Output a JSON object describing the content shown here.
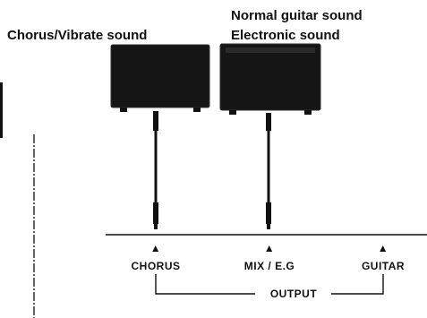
{
  "amplifiers": [
    {
      "label_lines": [
        "Chorus/Vibrate sound"
      ],
      "icon": "amplifier-icon"
    },
    {
      "label_lines": [
        "Normal guitar sound",
        "Electronic sound"
      ],
      "icon": "amplifier-icon"
    }
  ],
  "ports": [
    {
      "label": "CHORUS",
      "marker": "▲"
    },
    {
      "label": "MIX / E.G",
      "marker": "▲"
    },
    {
      "label": "GUITAR",
      "marker": "▲"
    }
  ],
  "output_label": "OUTPUT",
  "colors": {
    "amp_body": "#151515",
    "amp_edge": "#333333",
    "line": "#111111",
    "background": "#ffffff"
  }
}
